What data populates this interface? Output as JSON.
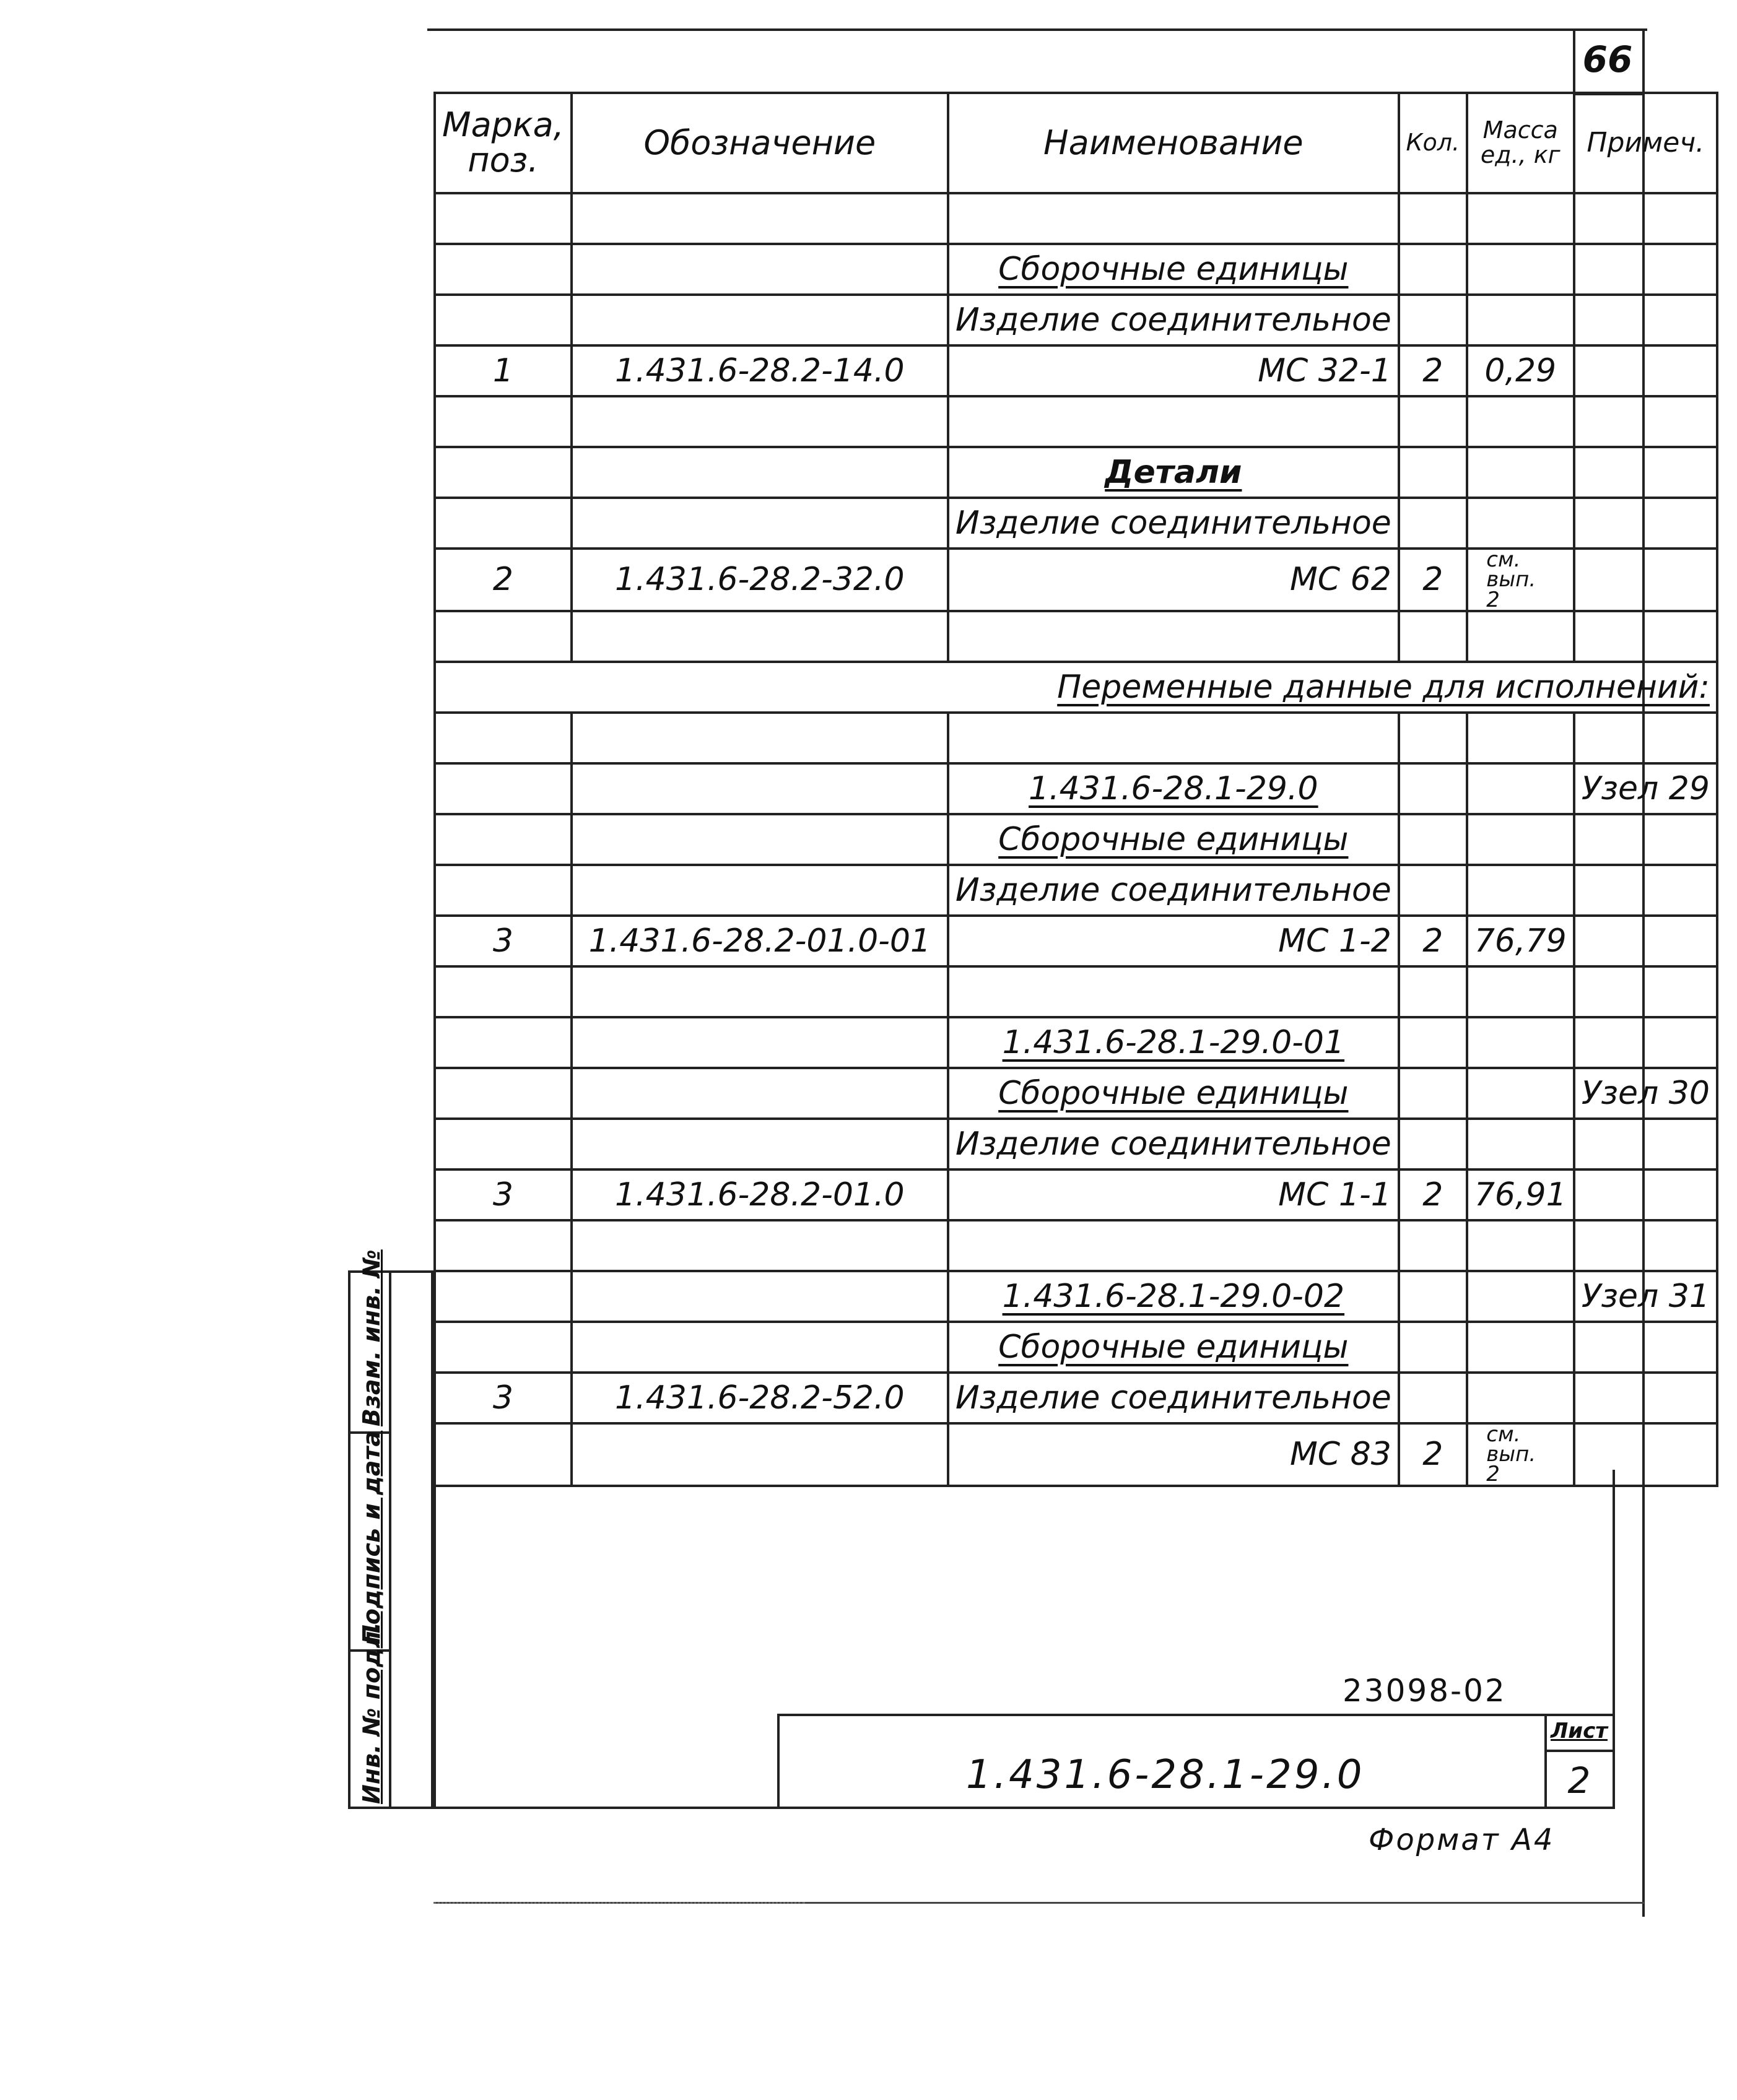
{
  "page_number": "66",
  "headers": {
    "mark": "Марка, поз.",
    "designation": "Обозначение",
    "name": "Наименование",
    "qty": "Кол.",
    "mass": "Масса ед., кг",
    "note": "Примеч."
  },
  "rows": [
    {
      "mark": "",
      "designation": "",
      "name": "",
      "qty": "",
      "mass": "",
      "note": ""
    },
    {
      "mark": "",
      "designation": "",
      "name": "Сборочные единицы",
      "qty": "",
      "mass": "",
      "note": ""
    },
    {
      "mark": "",
      "designation": "",
      "name": "Изделие соединительное",
      "qty": "",
      "mass": "",
      "note": ""
    },
    {
      "mark": "1",
      "designation": "1.431.6-28.2-14.0",
      "name": "МС 32-1",
      "qty": "2",
      "mass": "0,29",
      "note": ""
    },
    {
      "mark": "",
      "designation": "",
      "name": "",
      "qty": "",
      "mass": "",
      "note": ""
    },
    {
      "mark": "",
      "designation": "",
      "name": "Детали",
      "qty": "",
      "mass": "",
      "note": ""
    },
    {
      "mark": "",
      "designation": "",
      "name": "Изделие соединительное",
      "qty": "",
      "mass": "",
      "note": ""
    },
    {
      "mark": "2",
      "designation": "1.431.6-28.2-32.0",
      "name": "МС 62",
      "qty": "2",
      "mass": "см. вып. 2",
      "note": ""
    },
    {
      "mark": "",
      "designation": "",
      "name": "",
      "qty": "",
      "mass": "",
      "note": ""
    },
    {
      "span_text": "Переменные данные для исполнений:"
    },
    {
      "mark": "",
      "designation": "",
      "name": "",
      "qty": "",
      "mass": "",
      "note": ""
    },
    {
      "mark": "",
      "designation": "",
      "name": "1.431.6-28.1-29.0",
      "qty": "",
      "mass": "",
      "note": "Узел 29"
    },
    {
      "mark": "",
      "designation": "",
      "name": "Сборочные единицы",
      "qty": "",
      "mass": "",
      "note": ""
    },
    {
      "mark": "",
      "designation": "",
      "name": "Изделие соединительное",
      "qty": "",
      "mass": "",
      "note": ""
    },
    {
      "mark": "3",
      "designation": "1.431.6-28.2-01.0-01",
      "name": "МС 1-2",
      "qty": "2",
      "mass": "76,79",
      "note": ""
    },
    {
      "mark": "",
      "designation": "",
      "name": "",
      "qty": "",
      "mass": "",
      "note": ""
    },
    {
      "mark": "",
      "designation": "",
      "name": "1.431.6-28.1-29.0-01",
      "qty": "",
      "mass": "",
      "note": ""
    },
    {
      "mark": "",
      "designation": "",
      "name": "Сборочные единицы",
      "qty": "",
      "mass": "",
      "note": "Узел 30"
    },
    {
      "mark": "",
      "designation": "",
      "name": "Изделие соединительное",
      "qty": "",
      "mass": "",
      "note": ""
    },
    {
      "mark": "3",
      "designation": "1.431.6-28.2-01.0",
      "name": "МС 1-1",
      "qty": "2",
      "mass": "76,91",
      "note": ""
    },
    {
      "mark": "",
      "designation": "",
      "name": "",
      "qty": "",
      "mass": "",
      "note": ""
    },
    {
      "mark": "",
      "designation": "",
      "name": "1.431.6-28.1-29.0-02",
      "qty": "",
      "mass": "",
      "note": "Узел 31"
    },
    {
      "mark": "",
      "designation": "",
      "name": "Сборочные единицы",
      "qty": "",
      "mass": "",
      "note": ""
    },
    {
      "mark": "3",
      "designation": "1.431.6-28.2-52.0",
      "name": "Изделие соединительное",
      "qty": "",
      "mass": "",
      "note": ""
    },
    {
      "mark": "",
      "designation": "",
      "name": "МС 83",
      "qty": "2",
      "mass": "см. вып. 2",
      "note": ""
    }
  ],
  "side_stamp": {
    "inv_no_replaced": "Взам. инв. №",
    "signature_date": "Подпись и дата",
    "inv_no_original": "Инв. № подл."
  },
  "order_number": "23098-02",
  "document_code": "1.431.6-28.1-29.0",
  "sheet_label": "Лист",
  "sheet_number": "2",
  "format": "Формат А4"
}
